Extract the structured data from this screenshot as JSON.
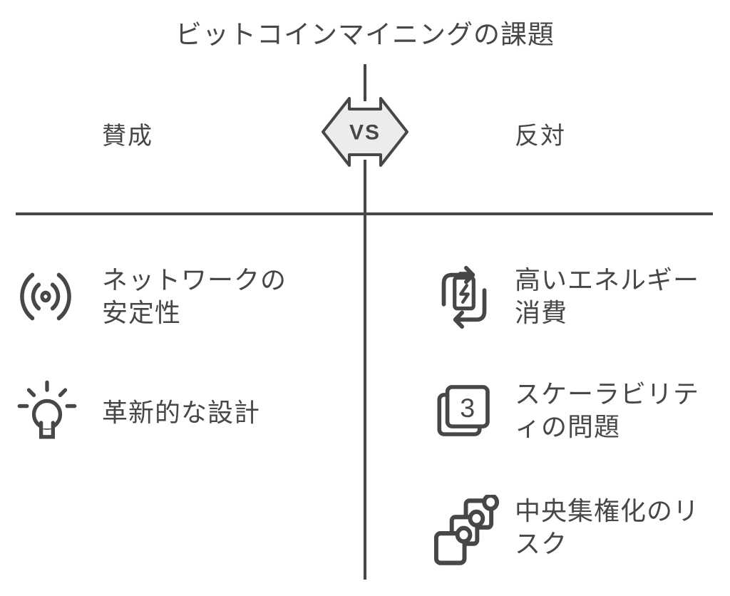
{
  "title": "ビットコインマイニングの課題",
  "vs_badge": {
    "label": "VS"
  },
  "columns": {
    "left": {
      "header": "賛成"
    },
    "right": {
      "header": "反対"
    }
  },
  "left_items": [
    {
      "icon": "broadcast-icon",
      "line1": "ネットワークの",
      "line2": "安定性"
    },
    {
      "icon": "lightbulb-icon",
      "line1": "革新的な設計",
      "line2": ""
    }
  ],
  "right_items": [
    {
      "icon": "energy-cycle-icon",
      "line1": "高いエネルギー",
      "line2": "消費"
    },
    {
      "icon": "stacked-layers-icon",
      "stack_count": "3",
      "line1": "スケーラビリテ",
      "line2": "ィの問題"
    },
    {
      "icon": "network-nodes-icon",
      "line1": "中央集権化のリ",
      "line2": "スク"
    }
  ],
  "colors": {
    "ink": "#474747",
    "badge_fill": "#ececec",
    "background": "#ffffff"
  }
}
